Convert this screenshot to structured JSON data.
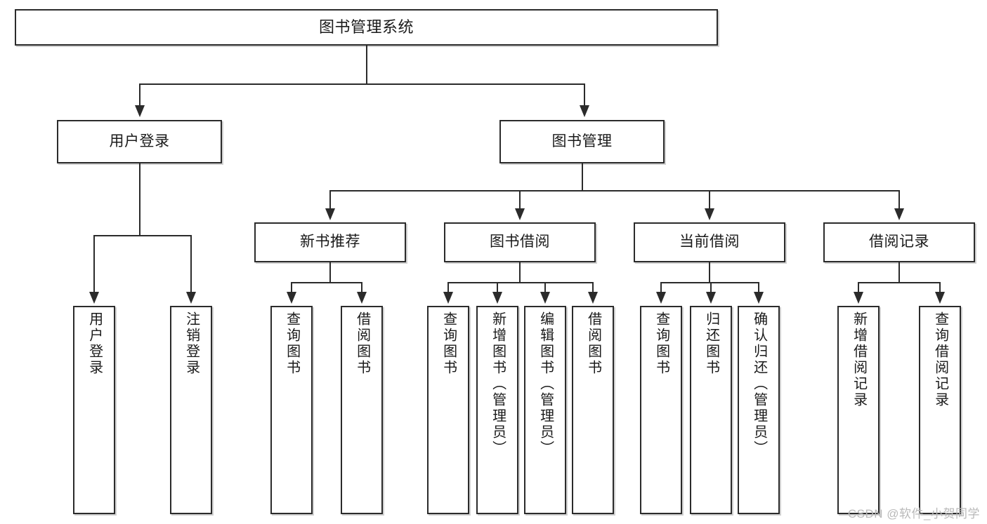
{
  "diagram": {
    "title": "图书管理系统",
    "type": "tree-hierarchy",
    "levels": 4,
    "colors": {
      "box_border": "#2b2b2b",
      "box_fill": "#ffffff",
      "connector": "#2b2b2b",
      "background": "#ffffff",
      "watermark": "#b9b9b9"
    }
  },
  "root": {
    "label": "图书管理系统"
  },
  "level2": [
    {
      "id": "user-login",
      "label": "用户登录"
    },
    {
      "id": "book-management",
      "label": "图书管理"
    }
  ],
  "level3": [
    {
      "id": "new-book-recommend",
      "label": "新书推荐"
    },
    {
      "id": "book-borrow",
      "label": "图书借阅"
    },
    {
      "id": "current-borrow",
      "label": "当前借阅"
    },
    {
      "id": "borrow-record",
      "label": "借阅记录"
    }
  ],
  "leaves": {
    "user_login": [
      {
        "id": "leaf-user-login",
        "label": "用户登录"
      },
      {
        "id": "leaf-logout-login",
        "label": "注销登录"
      }
    ],
    "new_book_recommend": [
      {
        "id": "leaf-query-books-1",
        "label": "查询图书"
      },
      {
        "id": "leaf-borrow-books-1",
        "label": "借阅图书"
      }
    ],
    "book_borrow": [
      {
        "id": "leaf-query-books-2",
        "label": "查询图书"
      },
      {
        "id": "leaf-add-book-admin",
        "label": "新增图书（管理员）"
      },
      {
        "id": "leaf-edit-book-admin",
        "label": "编辑图书（管理员）"
      },
      {
        "id": "leaf-borrow-books-2",
        "label": "借阅图书"
      }
    ],
    "current_borrow": [
      {
        "id": "leaf-query-books-3",
        "label": "查询图书"
      },
      {
        "id": "leaf-return-books",
        "label": "归还图书"
      },
      {
        "id": "leaf-confirm-return-admin",
        "label": "确认归还（管理员）"
      }
    ],
    "borrow_record": [
      {
        "id": "leaf-add-borrow-record",
        "label": "新增借阅记录"
      },
      {
        "id": "leaf-query-borrow-record",
        "label": "查询借阅记录"
      }
    ]
  },
  "watermark": {
    "text": "CSDN @软件_小贺同学"
  }
}
